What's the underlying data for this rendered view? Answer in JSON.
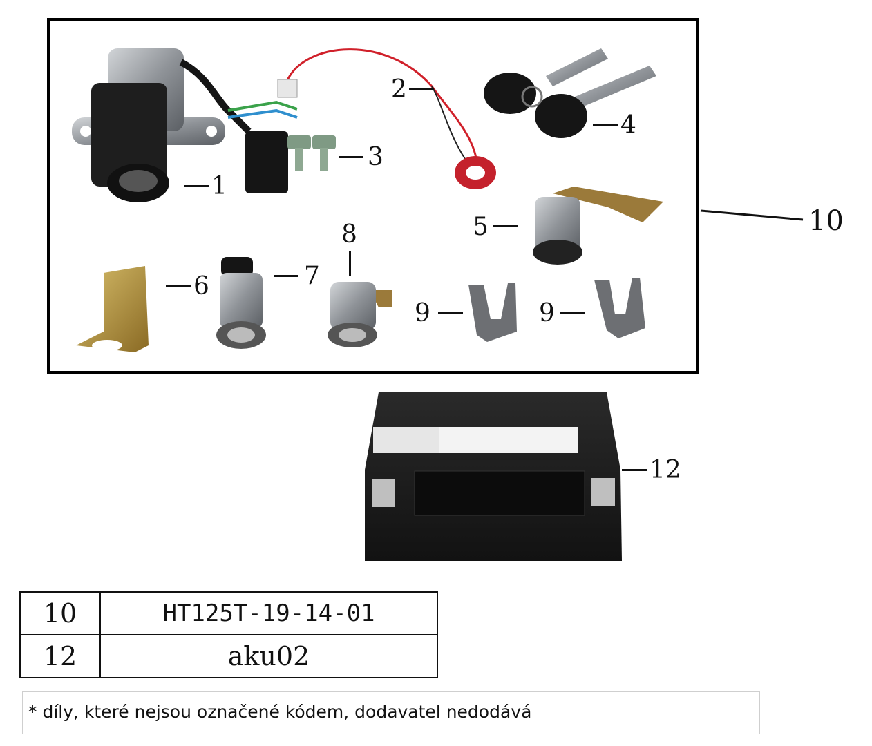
{
  "callouts": {
    "c1": "1",
    "c2": "2",
    "c3": "3",
    "c4": "4",
    "c5": "5",
    "c6": "6",
    "c7": "7",
    "c8": "8",
    "c9a": "9",
    "c9b": "9",
    "c10": "10",
    "c12": "12"
  },
  "table": {
    "rows": [
      {
        "position": "10",
        "code": "HT125T-19-14-01"
      },
      {
        "position": "12",
        "code": "aku02"
      }
    ]
  },
  "note": "* díly, které nejsou označené kódem, dodavatel nedodává",
  "colors": {
    "frame": "#000000",
    "part_dark": "#1c1c1c",
    "part_metal": "#9a9ea3",
    "brass": "#b39146",
    "wire_red": "#d0202a"
  }
}
